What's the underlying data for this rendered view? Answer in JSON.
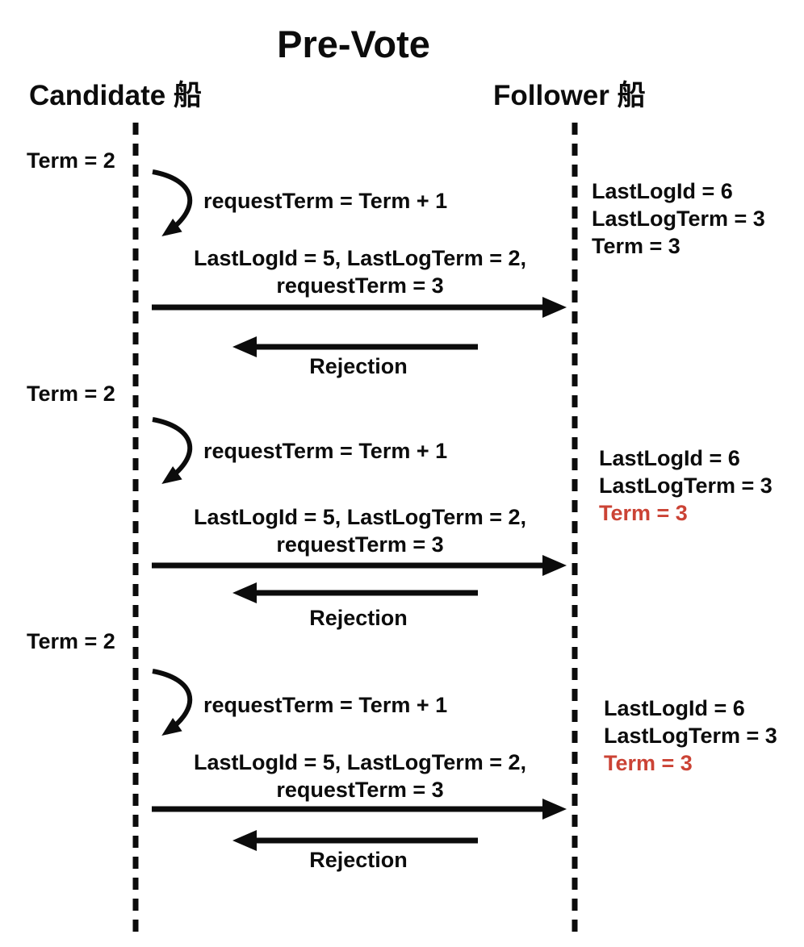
{
  "title": "Pre-Vote",
  "actors": {
    "candidate": "Candidate 船",
    "follower": "Follower 船"
  },
  "colors": {
    "ink": "#0c0c0c",
    "highlight": "#cb4335",
    "background": "#ffffff"
  },
  "rounds": [
    {
      "candidate_term": "Term = 2",
      "self_message": "requestTerm = Term + 1",
      "request_line1": "LastLogId = 5, LastLogTerm = 2,",
      "request_line2": "requestTerm = 3",
      "response_message": "Rejection",
      "follower_state": {
        "line1": "LastLogId = 6",
        "line2": "LastLogTerm = 3",
        "line3": "Term = 3",
        "line3_highlighted": false
      }
    },
    {
      "candidate_term": "Term = 2",
      "self_message": "requestTerm = Term + 1",
      "request_line1": "LastLogId = 5, LastLogTerm = 2,",
      "request_line2": "requestTerm = 3",
      "response_message": "Rejection",
      "follower_state": {
        "line1": "LastLogId = 6",
        "line2": "LastLogTerm = 3",
        "line3": "Term = 3",
        "line3_highlighted": true
      }
    },
    {
      "candidate_term": "Term = 2",
      "self_message": "requestTerm = Term + 1",
      "request_line1": "LastLogId = 5, LastLogTerm = 2,",
      "request_line2": "requestTerm = 3",
      "response_message": "Rejection",
      "follower_state": {
        "line1": "LastLogId = 6",
        "line2": "LastLogTerm = 3",
        "line3": "Term = 3",
        "line3_highlighted": true
      }
    }
  ]
}
